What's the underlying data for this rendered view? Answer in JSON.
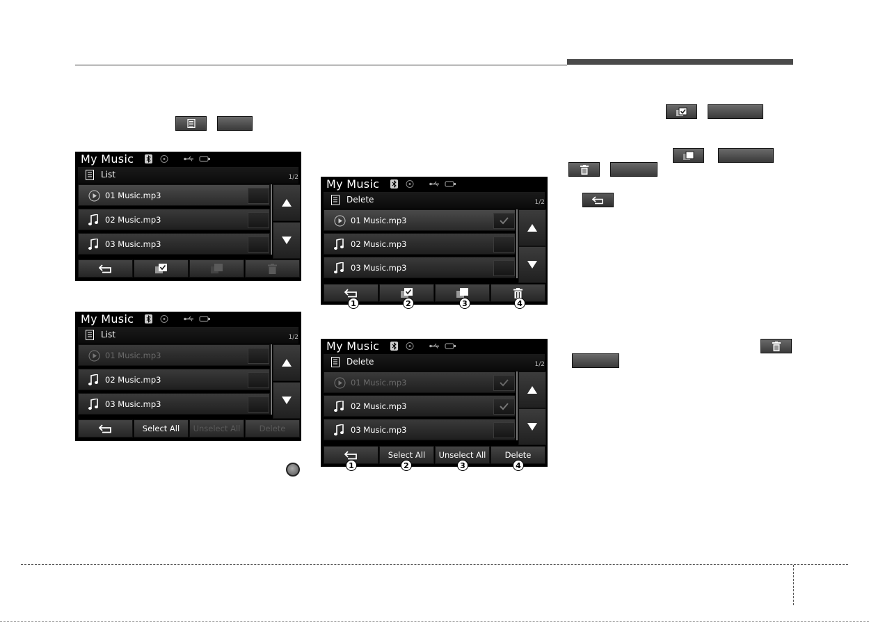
{
  "screens": [
    {
      "title": "My Music",
      "list_label": "List",
      "page": "1/2",
      "rows": [
        {
          "text": "01 Music.mp3",
          "icon": "play-icon"
        },
        {
          "text": "02 Music.mp3",
          "icon": "music-note-icon"
        },
        {
          "text": "03 Music.mp3",
          "icon": "music-note-icon"
        }
      ]
    },
    {
      "title": "My Music",
      "list_label": "List",
      "page": "1/2",
      "rows": [
        {
          "text": "01 Music.mp3",
          "icon": "play-icon"
        },
        {
          "text": "02 Music.mp3",
          "icon": "music-note-icon"
        },
        {
          "text": "03 Music.mp3",
          "icon": "music-note-icon"
        }
      ],
      "buttons": {
        "select_all": "Select All",
        "unselect_all": "Unselect All",
        "delete": "Delete"
      }
    },
    {
      "title": "My Music",
      "list_label": "Delete",
      "page": "1/2",
      "rows": [
        {
          "text": "01 Music.mp3",
          "icon": "play-icon",
          "checked": true
        },
        {
          "text": "02 Music.mp3",
          "icon": "music-note-icon",
          "checked": false
        },
        {
          "text": "03 Music.mp3",
          "icon": "music-note-icon",
          "checked": false
        }
      ],
      "callouts": [
        "1",
        "2",
        "3",
        "4"
      ]
    },
    {
      "title": "My Music",
      "list_label": "Delete",
      "page": "1/2",
      "rows": [
        {
          "text": "01 Music.mp3",
          "icon": "play-icon",
          "checked": true
        },
        {
          "text": "02 Music.mp3",
          "icon": "music-note-icon",
          "checked": true
        },
        {
          "text": "03 Music.mp3",
          "icon": "music-note-icon",
          "checked": false
        }
      ],
      "buttons": {
        "select_all": "Select All",
        "unselect_all": "Unselect All",
        "delete": "Delete"
      },
      "callouts": [
        "1",
        "2",
        "3",
        "4"
      ]
    }
  ],
  "colors": {
    "accent_bar": "#4a4a4a",
    "screen_bg": "#000000"
  }
}
